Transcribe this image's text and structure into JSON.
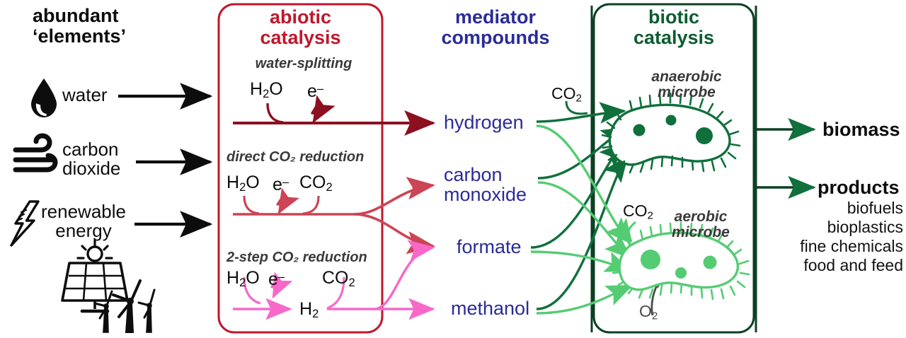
{
  "columns": {
    "elements_header": "abundant\n‘elements’",
    "abiotic_header": "abiotic\ncatalysis",
    "mediator_header": "mediator\ncompounds",
    "biotic_header": "biotic\ncatalysis"
  },
  "inputs": [
    {
      "label": "water",
      "icon": "water-drop-icon"
    },
    {
      "label": "carbon\ndioxide",
      "icon": "wind-co2-icon"
    },
    {
      "label": "renewable\nenergy",
      "icon": "lightning-bolt-icon"
    }
  ],
  "energy_icons": [
    {
      "name": "solar-panel-icon"
    },
    {
      "name": "wind-turbine-icon"
    }
  ],
  "abiotic": {
    "processes": [
      {
        "title": "water-splitting",
        "reactants": [
          "H₂O",
          "e⁻"
        ],
        "intermediate": ""
      },
      {
        "title": "direct CO₂ reduction",
        "reactants": [
          "H₂O",
          "e⁻",
          "CO₂"
        ],
        "intermediate": ""
      },
      {
        "title": "2-step CO₂ reduction",
        "reactants": [
          "H₂O",
          "e⁻",
          "CO₂"
        ],
        "intermediate": "H₂"
      }
    ]
  },
  "mediators": [
    {
      "label": "hydrogen"
    },
    {
      "label": "carbon\nmonoxide"
    },
    {
      "label": "formate"
    },
    {
      "label": "methanol"
    }
  ],
  "biotic": {
    "microbes": [
      {
        "label": "anaerobic\nmicrobe",
        "gas_in": "CO₂"
      },
      {
        "label": "aerobic\nmicrobe",
        "gas_in": "CO₂",
        "gas_extra": "O₂"
      }
    ]
  },
  "outputs": [
    {
      "label": "biomass",
      "details": ""
    },
    {
      "label": "products",
      "details": "biofuels\nbioplastics\nfine chemicals\nfood and feed"
    }
  ],
  "colors": {
    "abiotic_box": "#c0172b",
    "dark_red": "#8c1020",
    "mid_red": "#cc4455",
    "pink": "#f768c8",
    "mediator_blue": "#2b2b99",
    "biotic_box": "#0d4023",
    "dark_green": "#10703c",
    "light_green": "#54cc73",
    "black": "#0d0d0d",
    "grey": "#4a4a4a"
  }
}
